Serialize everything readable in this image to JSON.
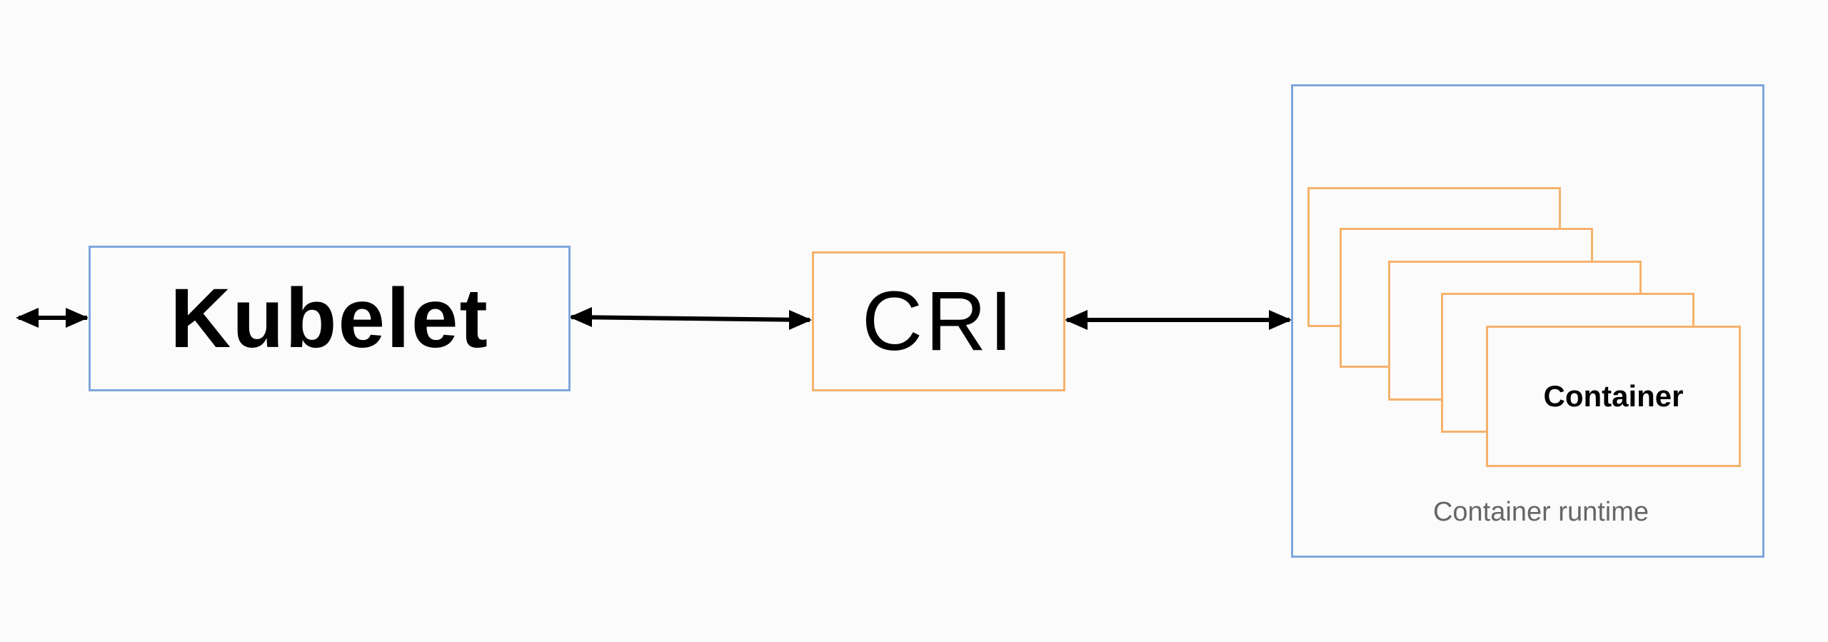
{
  "diagram": {
    "kubelet": {
      "label": "Kubelet"
    },
    "cri": {
      "label": "CRI"
    },
    "container_runtime": {
      "label": "Container runtime",
      "container": {
        "label": "Container"
      }
    },
    "colors": {
      "component_border": "#7fa6dc",
      "container_border": "#f6b26b",
      "arrow": "#000000",
      "runtime_text": "#666666"
    }
  }
}
